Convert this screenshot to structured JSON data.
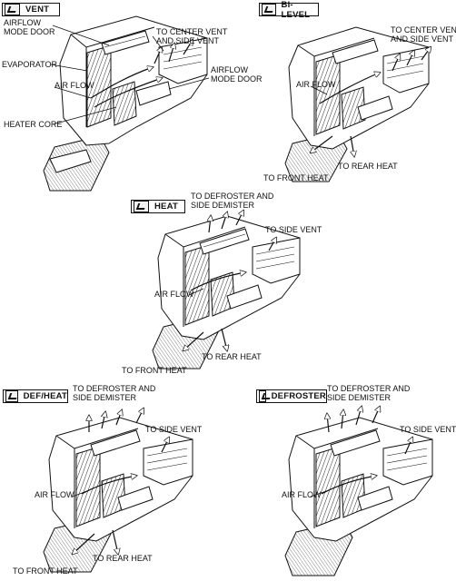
{
  "panels": {
    "vent": {
      "mode": "VENT",
      "labels": {
        "airflow_mode_door_top_1": "AIRFLOW",
        "airflow_mode_door_top_2": "MODE DOOR",
        "evaporator": "EVAPORATOR",
        "center_side_1": "TO CENTER VENT",
        "center_side_2": "AND SIDE VENT",
        "airflow_mode_door_right_1": "AIRFLOW",
        "airflow_mode_door_right_2": "MODE DOOR",
        "air_flow": "AIR FLOW",
        "heater_core": "HEATER CORE"
      }
    },
    "bilevel": {
      "mode": "BI-LEVEL",
      "labels": {
        "center_side_1": "TO CENTER VENT",
        "center_side_2": "AND SIDE VENT",
        "air_flow": "AIR FLOW",
        "rear_heat": "TO REAR HEAT",
        "front_heat": "TO FRONT HEAT"
      }
    },
    "heat": {
      "mode": "HEAT",
      "labels": {
        "defroster_1": "TO DEFROSTER AND",
        "defroster_2": "SIDE DEMISTER",
        "side_vent": "TO SIDE VENT",
        "air_flow": "AIR FLOW",
        "rear_heat": "TO REAR HEAT",
        "front_heat": "TO FRONT HEAT"
      }
    },
    "defheat": {
      "mode": "DEF/HEAT",
      "labels": {
        "defroster_1": "TO DEFROSTER AND",
        "defroster_2": "SIDE DEMISTER",
        "side_vent": "TO SIDE VENT",
        "air_flow": "AIR FLOW",
        "rear_heat": "TO REAR HEAT",
        "front_heat": "TO FRONT HEAT"
      }
    },
    "defroster": {
      "mode": "DEFROSTER",
      "labels": {
        "defroster_1": "TO DEFROSTER AND",
        "defroster_2": "SIDE DEMISTER",
        "side_vent": "TO SIDE VENT",
        "air_flow": "AIR FLOW"
      }
    }
  },
  "icons": {
    "vent": "vent-mode-icon",
    "bilevel": "bilevel-mode-icon",
    "heat": "heat-mode-icon",
    "defheat": "defheat-mode-icon",
    "defroster": "defroster-mode-icon"
  }
}
